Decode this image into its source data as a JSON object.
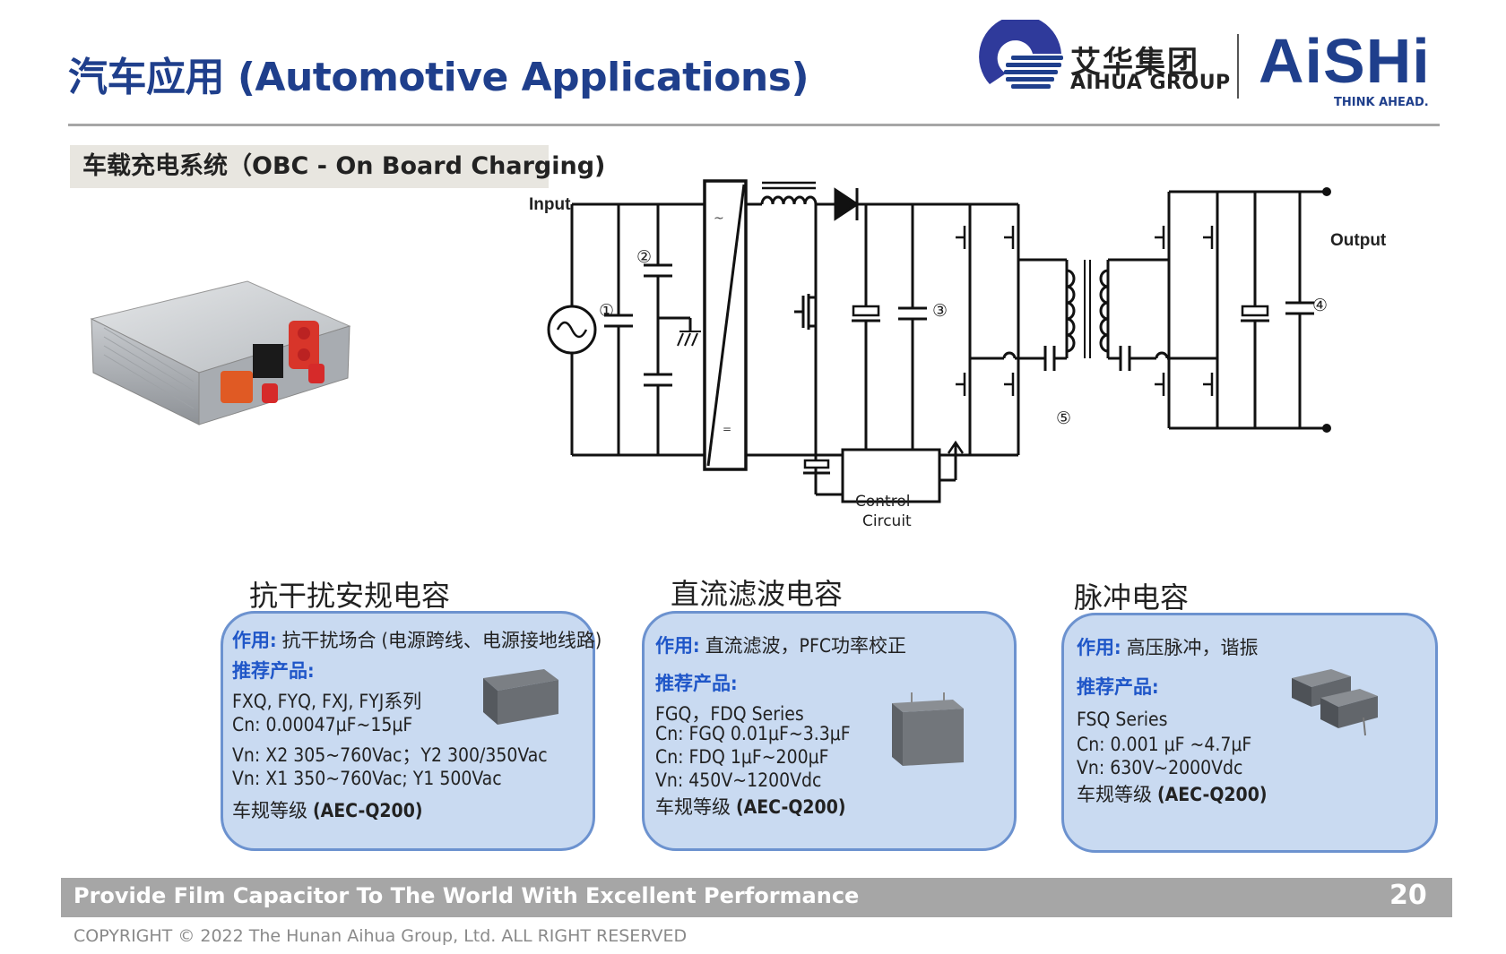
{
  "header": {
    "title": "汽车应用 (Automotive Applications)",
    "logo_cn": "艾华集团",
    "logo_en": "AIHUA GROUP",
    "brand": "AiSHi",
    "tagline": "THINK AHEAD."
  },
  "section": {
    "subtitle": "车载充电系统（OBC - On Board Charging)"
  },
  "diagram": {
    "input_label": "Input",
    "output_label": "Output",
    "control_line1": "Control",
    "control_line2": "Circuit",
    "markers": [
      "①",
      "②",
      "③",
      "④",
      "⑤"
    ],
    "ac_symbol": "~",
    "dc_symbol": "="
  },
  "categories": [
    {
      "title": "抗干扰安规电容",
      "use_label": "作用:",
      "use_text": "抗干扰场合 (电源跨线、电源接地线路)",
      "rec_label": "推荐产品:",
      "lines": [
        "FXQ, FYQ, FXJ, FYJ系列",
        "Cn: 0.00047μF~15μF",
        "Vn: X2 305~760Vac；Y2  300/350Vac",
        "Vn: X1  350~760Vac; Y1 500Vac"
      ],
      "grade_prefix": "车规等级 ",
      "grade_bold": "(AEC-Q200)"
    },
    {
      "title": "直流滤波电容",
      "use_label": "作用:",
      "use_text": "直流滤波，PFC功率校正",
      "rec_label": "推荐产品:",
      "lines": [
        "FGQ，FDQ Series",
        "Cn:  FGQ 0.01μF~3.3μF",
        "Cn:  FDQ 1μF~200μF",
        "Vn:  450V~1200Vdc"
      ],
      "grade_prefix": "车规等级 ",
      "grade_bold": "(AEC-Q200)"
    },
    {
      "title": "脉冲电容",
      "use_label": "作用:",
      "use_text": "高压脉冲，谐振",
      "rec_label": "推荐产品:",
      "lines": [
        "FSQ Series",
        "Cn:  0.001 μF ~4.7μF",
        "Vn:  630V~2000Vdc"
      ],
      "grade_prefix": "车规等级 ",
      "grade_bold": "(AEC-Q200)"
    }
  ],
  "footer": {
    "slogan": "Provide Film Capacitor To The World With Excellent Performance",
    "page": "20",
    "copyright": "COPYRIGHT © 2022 The Hunan Aihua Group, Ltd. ALL RIGHT RESERVED"
  },
  "colors": {
    "brand_blue": "#1f3f8c",
    "accent_blue": "#1f56c8",
    "card_fill": "#c9daf1",
    "card_border": "#6c92cf",
    "footer_gray": "#a6a6a6"
  }
}
